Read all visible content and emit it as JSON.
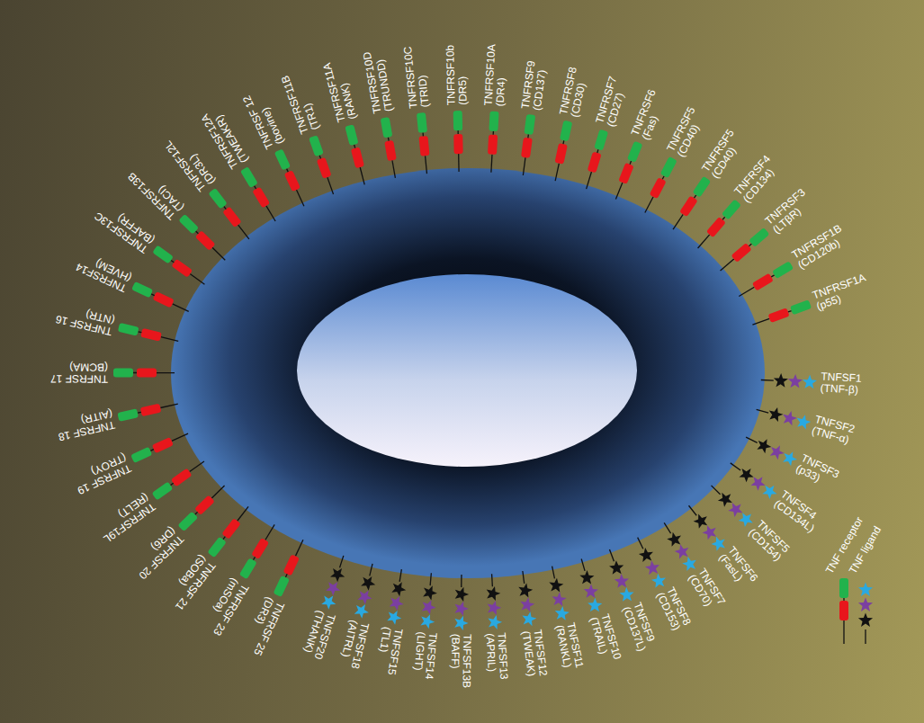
{
  "diagram": {
    "labels": [
      "TNFRSF1A",
      "(p55)",
      "TNFRSF1B",
      "(CD120b)",
      "TNFRSF3",
      "(LTβR)",
      "TNFRSF4",
      "(CD134)",
      "TNFRSF5",
      "(CD40)",
      "TNFRSF5",
      "(CD40)",
      "TNFRSF6",
      "(Fas)",
      "TNFRSF7",
      "(CD27)",
      "TNFRSF8",
      "(CD30)",
      "TNFRSF9",
      "(CD137)",
      "TNFRSF10A",
      "(DR4)",
      "TNFRSF10b",
      "(DR5)",
      "TNFRSF10C",
      "(TRID)",
      "TNFRSF10D",
      "(TRUNDD)",
      "TNFRSF11A",
      "(RANK)",
      "TNFRSF11B",
      "(TR1)",
      "TNFRSF 12",
      "(bovine)",
      "TNFRSF12A",
      "(TWEAKR)",
      "TNFRSF12L",
      "(DR3L)",
      "TNFRSF13B",
      "(TACI)",
      "TNFRSF13C",
      "(BAFFR)",
      "TNFRSF14",
      "(HVEM)",
      "TNFRSF 16",
      "(NTR)",
      "TNFRSF 17",
      "(BCMA)",
      "TNFRSF 18",
      "(AITR)",
      "TNFRSF 19",
      "(TROY)",
      "TNFRSF19L",
      "(RELT)",
      "TNFRSF 20",
      "(DR6)",
      "TNFRSF 21",
      "(SOBa)",
      "TNFRSF 23",
      "(mSOa)",
      "TNFRSF 25",
      "(DR3)",
      "TNFSF1",
      "(TNF-β)",
      "TNFSF2",
      "(TNF-α)",
      "TNFSF3",
      "(p33)",
      "TNFSF4",
      "(CD134L)",
      "TNFSF5",
      "(CD154)",
      "TNFSF6",
      "(FasL)",
      "TNFSF7",
      "(CD70)",
      "TNFSF8",
      "(CD153)",
      "TNFSF9",
      "(CD137L)",
      "TNFSF10",
      "(TRAIL)",
      "TNFSF11",
      "(RANKL)",
      "TNFSF12",
      "(TWEAK)",
      "TNFSF13",
      "(APRIL)",
      "TNFSF13B",
      "(BAFF)",
      "TNFSF14",
      "(LIGHT)",
      "TNFSF15",
      "(TL1)",
      "TNFSF18",
      "(AITRL)",
      "TNFSF20",
      "(THANK)"
    ],
    "legend": [
      {
        "text": "TNF receptor"
      },
      {
        "text": "TNF ligand"
      }
    ]
  }
}
